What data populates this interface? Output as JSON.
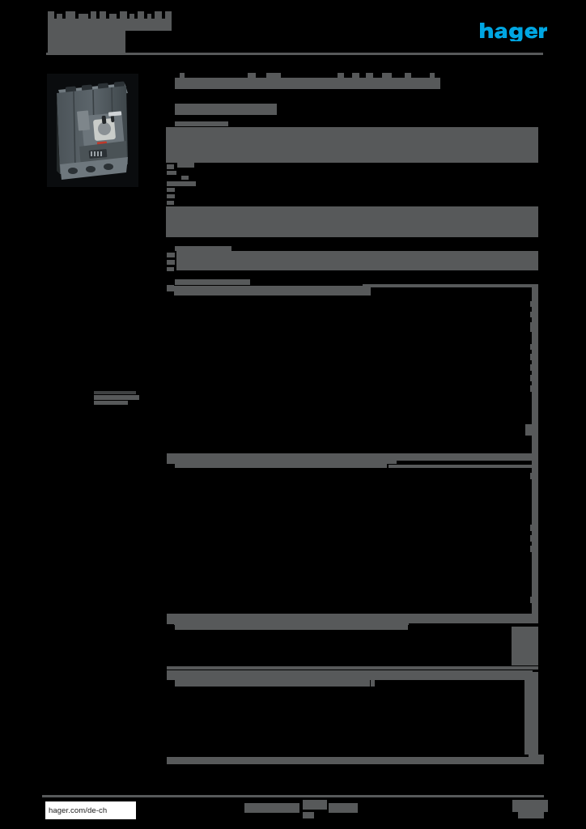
{
  "document": {
    "kind": "product-datasheet",
    "brand": "hager",
    "brand_color": "#00A6E2",
    "redaction_color": "#57595a",
    "page_background": "#000000",
    "content_redacted": true,
    "header": {
      "title_redacted": true,
      "subtitle_redacted": true
    },
    "logo": {
      "name": "hager",
      "wordmark": "hager",
      "color": "#00A6E2"
    },
    "product_image": {
      "alt": "molded case circuit breaker, 4-pole, grey housing with rotary handle",
      "caption_redacted": true
    },
    "page_title_redacted": true,
    "page_subtitle_redacted": true,
    "sections": [
      {
        "heading_redacted": true,
        "rows_redacted": true
      },
      {
        "heading_redacted": true,
        "rows_redacted": true
      },
      {
        "heading_redacted": true,
        "rows_redacted": true
      },
      {
        "heading_redacted": true,
        "rows_redacted": true
      },
      {
        "heading_redacted": true,
        "rows_redacted": true
      },
      {
        "heading_redacted": true,
        "rows_redacted": true
      },
      {
        "heading_redacted": true,
        "rows_redacted": true
      }
    ],
    "footer": {
      "url": "hager.com/de-ch",
      "center_text_redacted": true,
      "page_number_redacted": true
    }
  }
}
